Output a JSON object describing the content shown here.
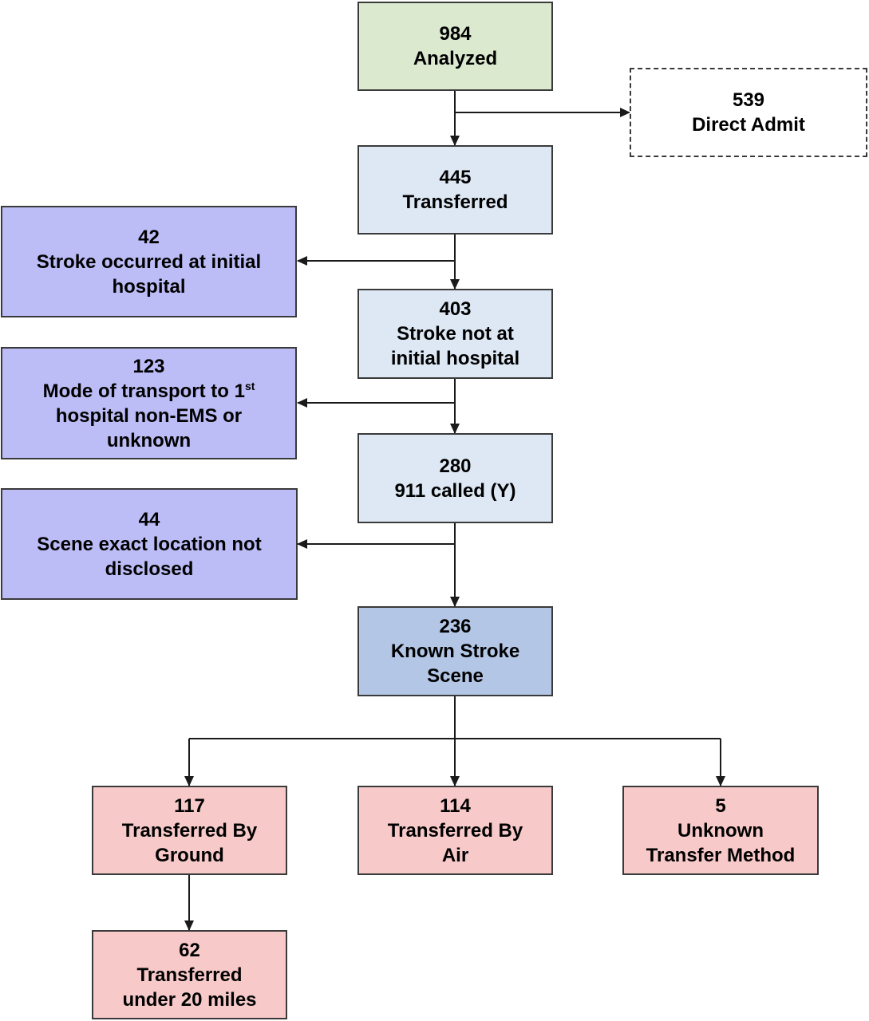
{
  "colors": {
    "analyzed": "#dbe9cf",
    "main": "#dde8f4",
    "excluded": "#bcbcf7",
    "known": "#b3c6e6",
    "outcome": "#f7c9c9",
    "direct": "#ffffff"
  },
  "nodes": {
    "analyzed": {
      "count": "984",
      "lines": [
        "Analyzed"
      ]
    },
    "direct_admit": {
      "count": "539",
      "lines": [
        "Direct Admit"
      ]
    },
    "transferred": {
      "count": "445",
      "lines": [
        "Transferred"
      ]
    },
    "stroke_initial": {
      "count": "42",
      "lines": [
        "Stroke occurred at initial",
        "hospital"
      ]
    },
    "stroke_not_initial": {
      "count": "403",
      "lines": [
        "Stroke not at",
        "initial hospital"
      ]
    },
    "mode_transport": {
      "count": "123",
      "line1": "Mode of transport to 1",
      "line1_sup": "st",
      "line2": "hospital non-EMS or",
      "line3": "unknown"
    },
    "called_911": {
      "count": "280",
      "lines": [
        "911 called (Y)"
      ]
    },
    "scene_not_disclosed": {
      "count": "44",
      "lines": [
        "Scene exact location not",
        "disclosed"
      ]
    },
    "known_scene": {
      "count": "236",
      "lines": [
        "Known Stroke",
        "Scene"
      ]
    },
    "ground": {
      "count": "117",
      "lines": [
        "Transferred By",
        "Ground"
      ]
    },
    "air": {
      "count": "114",
      "lines": [
        "Transferred By",
        "Air"
      ]
    },
    "unknown_method": {
      "count": "5",
      "lines": [
        "Unknown",
        "Transfer Method"
      ]
    },
    "under_20": {
      "count": "62",
      "lines": [
        "Transferred",
        "under 20 miles"
      ]
    }
  }
}
